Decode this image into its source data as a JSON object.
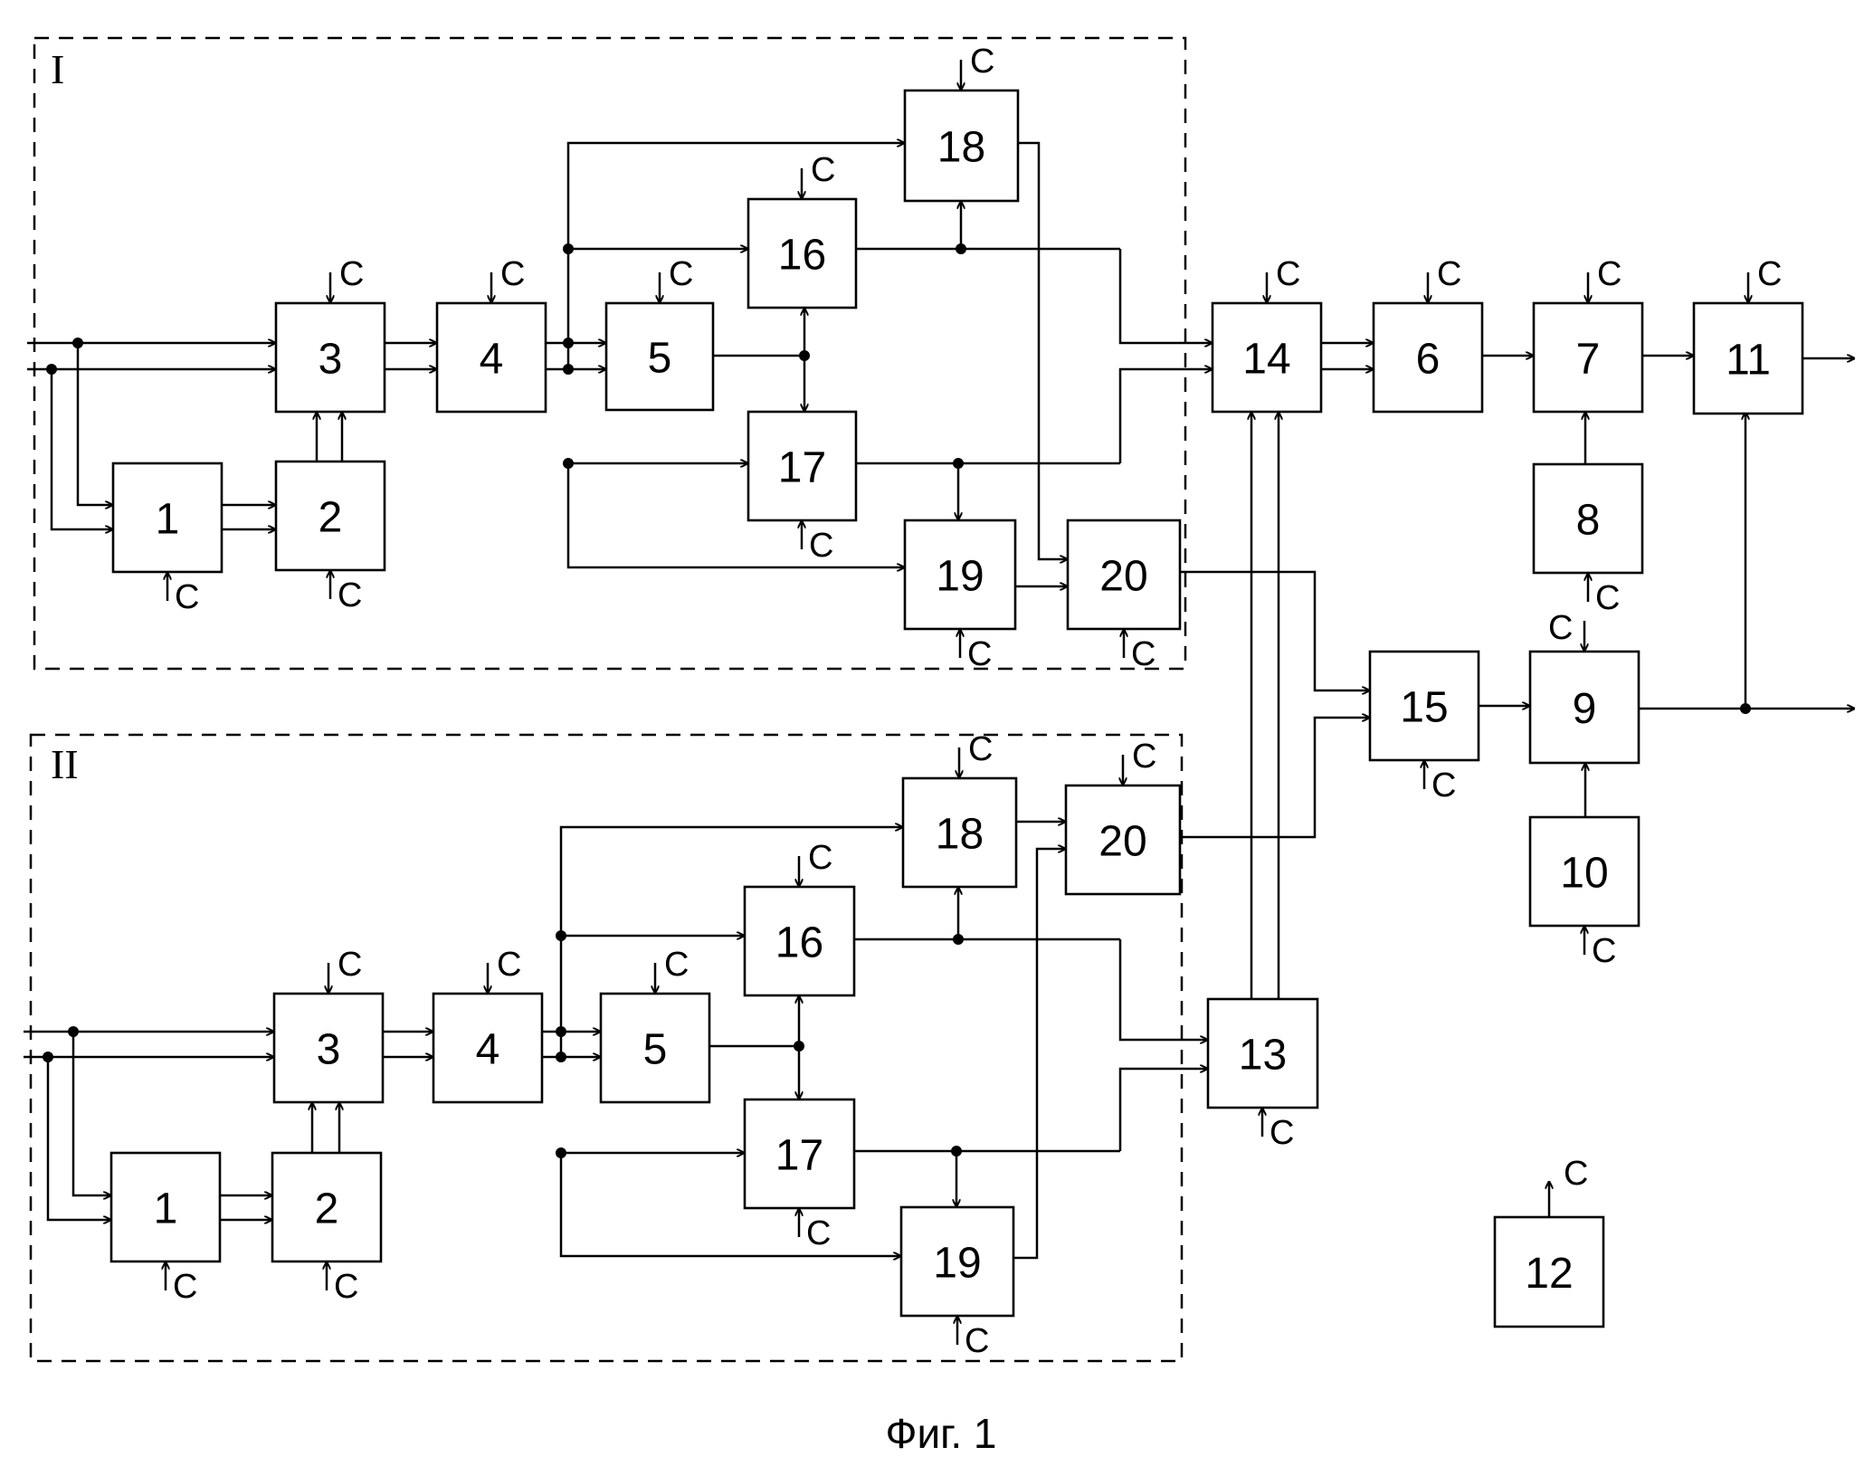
{
  "figure": {
    "caption": "Фиг. 1"
  },
  "clock_label": "С",
  "groups": {
    "upper": {
      "label": "I"
    },
    "lower": {
      "label": "II"
    }
  },
  "blocks": {
    "upper": {
      "b1": "1",
      "b2": "2",
      "b3": "3",
      "b4": "4",
      "b5": "5",
      "b16": "16",
      "b17": "17",
      "b18": "18",
      "b19": "19",
      "b20": "20"
    },
    "lower": {
      "b1": "1",
      "b2": "2",
      "b3": "3",
      "b4": "4",
      "b5": "5",
      "b16": "16",
      "b17": "17",
      "b18": "18",
      "b19": "19",
      "b20": "20"
    },
    "shared": {
      "b6": "6",
      "b7": "7",
      "b8": "8",
      "b9": "9",
      "b10": "10",
      "b11": "11",
      "b12": "12",
      "b13": "13",
      "b14": "14",
      "b15": "15"
    }
  }
}
